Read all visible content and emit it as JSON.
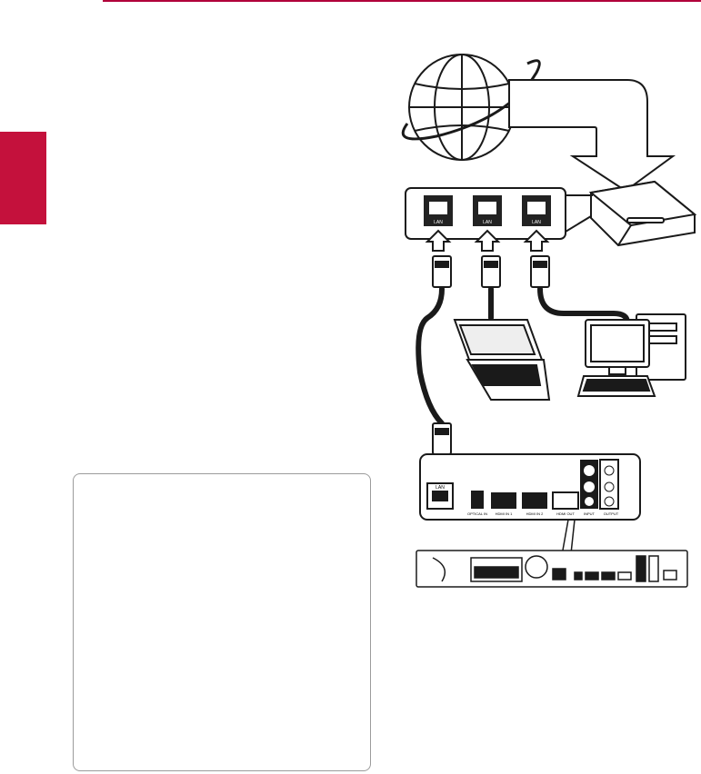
{
  "diagram": {
    "router_port_labels": [
      "LAN",
      "LAN",
      "LAN"
    ],
    "player_panel_labels": {
      "lan": "LAN",
      "optical": "OPTICAL IN",
      "hdmi_in_1": "HDMI IN 1",
      "hdmi_in_2": "HDMI IN 2",
      "hdmi_out": "HDMI OUT",
      "input": "INPUT",
      "output": "OUTPUT"
    }
  },
  "colors": {
    "accent": "#c4113c",
    "rule": "#b0003a",
    "note_border": "#9b9b9b"
  }
}
